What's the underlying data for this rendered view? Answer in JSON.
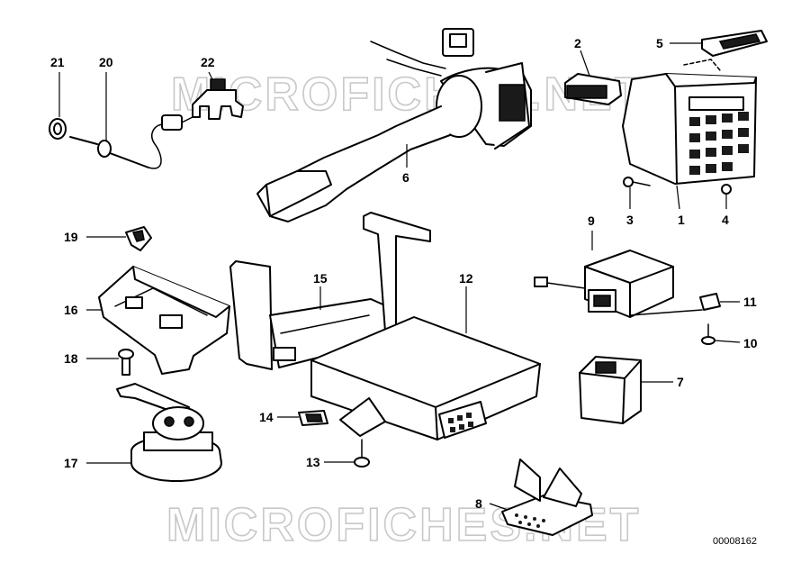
{
  "watermark": "MICROFICHES.NET",
  "doc_number": "00008162",
  "callouts": [
    "1",
    "2",
    "3",
    "4",
    "5",
    "6",
    "7",
    "8",
    "9",
    "10",
    "11",
    "12",
    "13",
    "14",
    "15",
    "16",
    "17",
    "18",
    "19",
    "20",
    "21",
    "22"
  ]
}
